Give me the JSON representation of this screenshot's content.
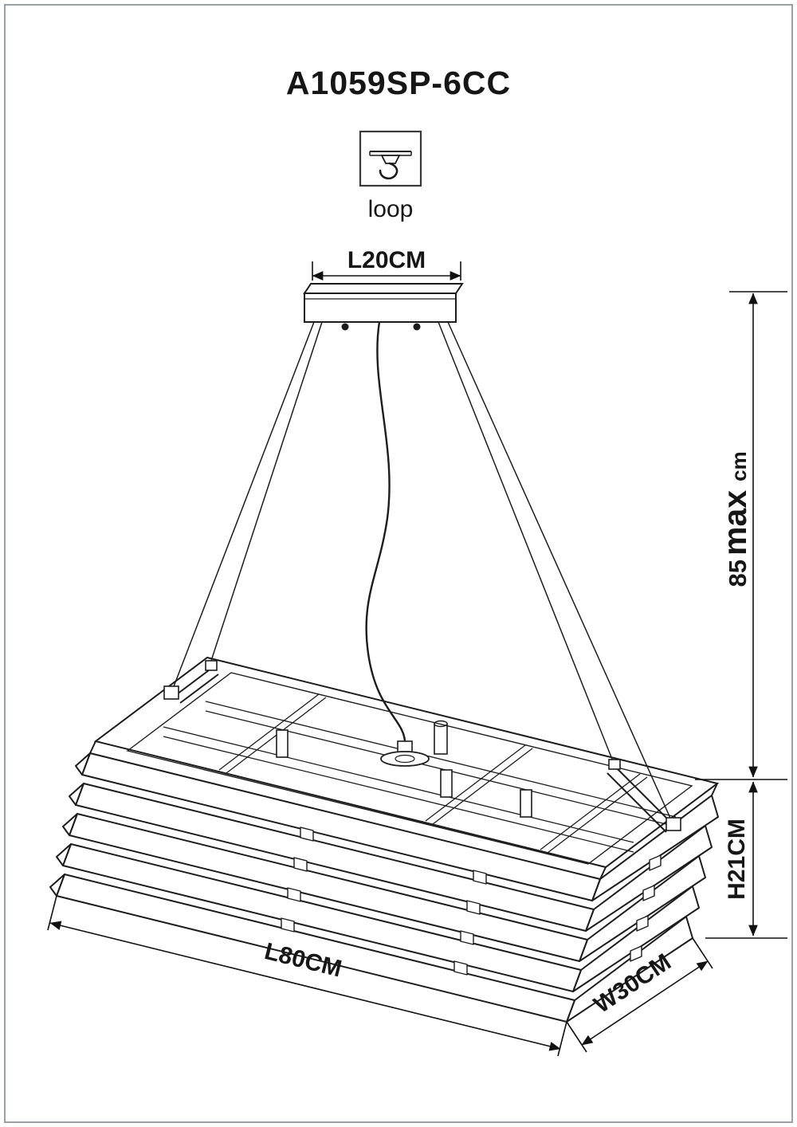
{
  "title": "A1059SP-6CC",
  "mount": {
    "icon": "ceiling-loop-hook",
    "label": "loop"
  },
  "dimensions": {
    "canopy_length": "L20CM",
    "max_drop_value": "85",
    "max_drop_word": "max",
    "max_drop_unit": "cm",
    "shade_height": "H21CM",
    "shade_length": "L80CM",
    "shade_width": "W30CM"
  },
  "colors": {
    "line": "#1c1c1c",
    "page_border": "#9aa0a8",
    "background": "#ffffff"
  }
}
